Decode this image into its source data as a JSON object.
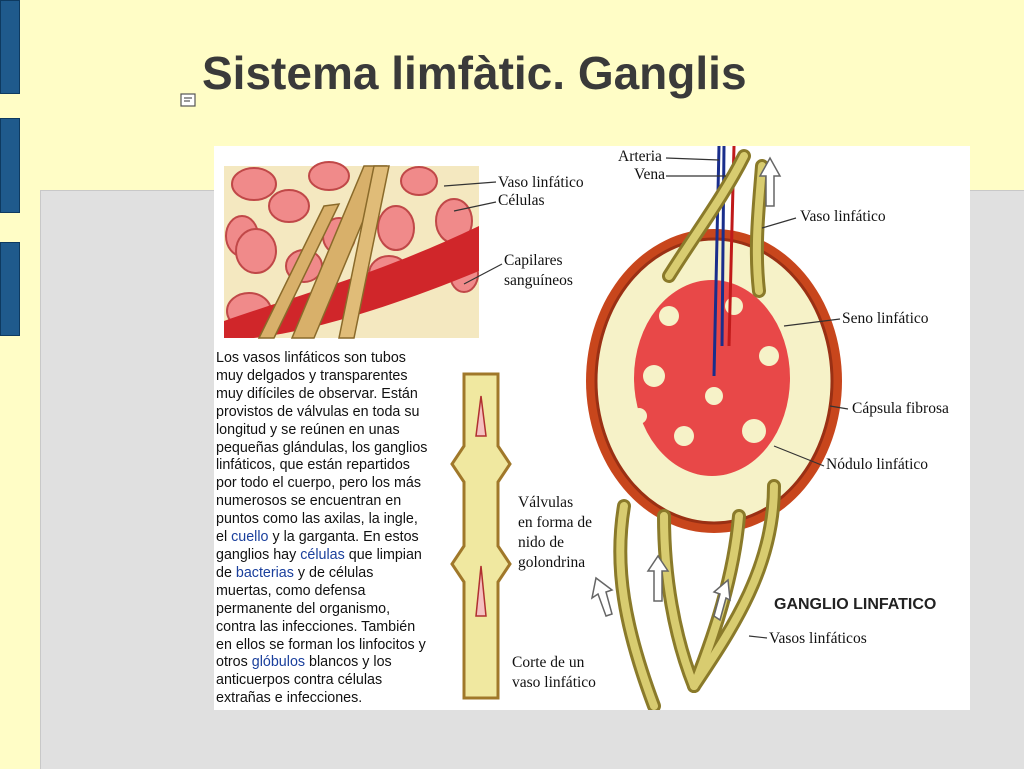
{
  "slide": {
    "title": "Sistema limfàtic. Ganglis",
    "bullet_icon": "notepad-bullet-icon"
  },
  "figure": {
    "labels": {
      "vaso_linfatico_top": "Vaso linfático",
      "celulas": "Células",
      "capilares_1": "Capilares",
      "capilares_2": "sanguíneos",
      "arteria": "Arteria",
      "vena": "Vena",
      "vaso_linfatico_right": "Vaso linfático",
      "seno_linfatico": "Seno linfático",
      "capsula_fibrosa": "Cápsula fibrosa",
      "nodulo_linfatico": "Nódulo linfático",
      "ganglio_linfatico": "GANGLIO LINFATICO",
      "vasos_linfaticos": "Vasos linfáticos",
      "valvulas_1": "Válvulas",
      "valvulas_2": "en forma de",
      "valvulas_3": "nido de",
      "valvulas_4": "golondrina",
      "corte_1": "Corte de un",
      "corte_2": "vaso linfático"
    },
    "description": {
      "p1": "Los vasos linfáticos son tubos muy delgados y transparentes muy difíciles de observar. Están provistos de válvulas en toda su longitud y se reúnen en unas pequeñas glándulas, los ganglios linfáticos, que están repartidos por todo el cuerpo, pero los más numerosos se encuentran en puntos como las axilas, la ingle, el",
      "link_cuello": "cuello",
      "p2": "y la garganta. En estos ganglios hay",
      "link_celulas": "células",
      "p3": "que limpian de",
      "link_bacterias": "bacterias",
      "p4": "y de células muertas, como defensa permanente del organismo, contra las infecciones. También en ellos se forman los linfocitos y otros",
      "link_globulos": "glóbulos",
      "p5": "blancos y los anticuerpos contra células extrañas e infecciones."
    }
  }
}
